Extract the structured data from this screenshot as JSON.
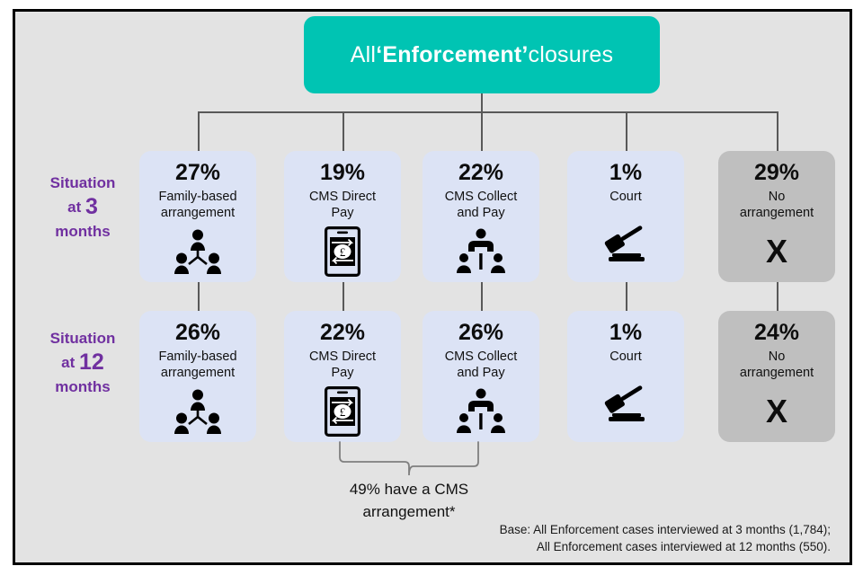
{
  "header": {
    "prefix": "All ",
    "emphasis": "‘Enforcement’",
    "suffix": "closures",
    "color": "#00c4b3"
  },
  "row_labels": {
    "row1": {
      "line1": "Situation",
      "line2_pre": "at ",
      "line2_num": "3",
      "line3": "months"
    },
    "row2": {
      "line1": "Situation",
      "line2_pre": "at ",
      "line2_num": "12",
      "line3": "months"
    },
    "color": "#7030a0"
  },
  "colors": {
    "panel_background": "#e3e3e3",
    "box_blue": "#dce3f5",
    "box_grey": "#bfbfbf",
    "teal": "#00c4b3",
    "purple": "#7030a0",
    "line": "#595959",
    "border": "#000000"
  },
  "rows": [
    {
      "id": "situation-at-3-months",
      "boxes": [
        {
          "pct": "27%",
          "label": "Family-based\narrangement",
          "icon": "family-group-icon",
          "style": "blue"
        },
        {
          "pct": "19%",
          "label": "CMS Direct\nPay",
          "icon": "phone-pound-exchange-icon",
          "style": "blue"
        },
        {
          "pct": "22%",
          "label": "CMS Collect\nand Pay",
          "icon": "cms-collect-pay-icon",
          "style": "blue"
        },
        {
          "pct": "1%",
          "label": "Court",
          "icon": "gavel-icon",
          "style": "blue"
        },
        {
          "pct": "29%",
          "label": "No\narrangement",
          "icon": "x-mark-icon",
          "style": "grey"
        }
      ]
    },
    {
      "id": "situation-at-12-months",
      "boxes": [
        {
          "pct": "26%",
          "label": "Family-based\narrangement",
          "icon": "family-group-icon",
          "style": "blue"
        },
        {
          "pct": "22%",
          "label": "CMS Direct\nPay",
          "icon": "phone-pound-exchange-icon",
          "style": "blue"
        },
        {
          "pct": "26%",
          "label": "CMS Collect\nand Pay",
          "icon": "cms-collect-pay-icon",
          "style": "blue"
        },
        {
          "pct": "1%",
          "label": "Court",
          "icon": "gavel-icon",
          "style": "blue"
        },
        {
          "pct": "24%",
          "label": "No\narrangement",
          "icon": "x-mark-icon",
          "style": "grey"
        }
      ]
    }
  ],
  "bracket_note": {
    "line1": "49% have a CMS",
    "line2": "arrangement*"
  },
  "base_note": {
    "line1": "Base: All Enforcement cases interviewed at 3 months  (1,784);",
    "line2": "All Enforcement cases interviewed at 12 months (550)."
  },
  "chart_data": {
    "type": "bar",
    "title": "All ‘Enforcement’ closures",
    "categories": [
      "Family-based arrangement",
      "CMS Direct Pay",
      "CMS Collect and Pay",
      "Court",
      "No arrangement"
    ],
    "series": [
      {
        "name": "Situation at 3 months",
        "values": [
          27,
          19,
          22,
          1,
          29
        ],
        "base": 1784
      },
      {
        "name": "Situation at 12 months",
        "values": [
          26,
          22,
          26,
          1,
          24
        ],
        "base": 550
      }
    ],
    "annotations": [
      "49% have a CMS arrangement*"
    ],
    "units": "percent",
    "xlabel": "",
    "ylabel": "",
    "ylim": [
      0,
      100
    ],
    "legend": "row-labels-left"
  }
}
